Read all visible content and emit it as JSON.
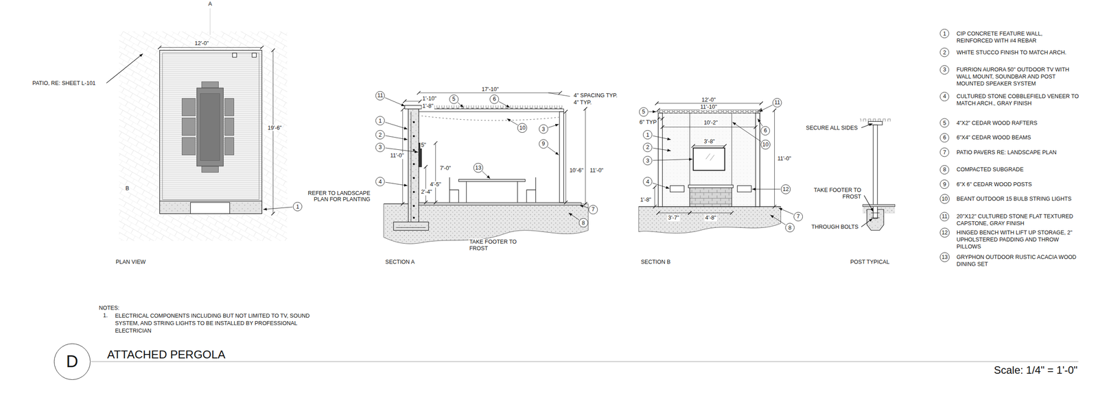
{
  "diagram": {
    "title": "ATTACHED PERGOLA",
    "nodes": [
      {
        "text": [
          "1"
        ]
      },
      {
        "text": [
          "11"
        ]
      },
      {
        "text": [
          "5"
        ]
      },
      {
        "text": [
          "6"
        ]
      },
      {
        "text": [
          "1"
        ]
      },
      {
        "text": [
          "2"
        ]
      },
      {
        "text": [
          "3"
        ]
      },
      {
        "text": [
          "3"
        ]
      },
      {
        "text": [
          "10"
        ]
      },
      {
        "text": [
          "9"
        ]
      },
      {
        "text": [
          "13"
        ]
      },
      {
        "text": [
          "4"
        ]
      },
      {
        "text": [
          "7"
        ]
      },
      {
        "text": [
          "8"
        ]
      },
      {
        "text": [
          "5"
        ]
      },
      {
        "text": [
          "11"
        ]
      },
      {
        "text": [
          "1"
        ]
      },
      {
        "text": [
          "6"
        ]
      },
      {
        "text": [
          "10"
        ]
      },
      {
        "text": [
          "2"
        ]
      },
      {
        "text": [
          "3"
        ]
      },
      {
        "text": [
          "4"
        ]
      },
      {
        "text": [
          "12"
        ]
      },
      {
        "text": [
          "7"
        ]
      },
      {
        "text": [
          "8"
        ]
      },
      {
        "text": [
          "1",
          "CIP CONCRETE FEATURE WALL, REINFORCED WITH #4 REBAR"
        ]
      },
      {
        "text": [
          "2",
          "WHITE STUCCO FINISH TO MATCH ARCH."
        ]
      },
      {
        "text": [
          "3",
          "FURRION AURORA 50\" OUTDOOR TV WITH WALL MOUNT, SOUNDBAR AND POST MOUNTED SPEAKER SYSTEM"
        ]
      },
      {
        "text": [
          "4",
          "CULTURED STONE COBBLEFIELD VENEER TO MATCH ARCH., GRAY FINISH"
        ]
      },
      {
        "text": [
          "5",
          "4\"X2\" CEDAR WOOD RAFTERS"
        ]
      },
      {
        "text": [
          "6",
          "6\"X4\" CEDAR WOOD BEAMS"
        ]
      },
      {
        "text": [
          "7",
          "PATIO PAVERS RE: LANDSCAPE PLAN"
        ]
      },
      {
        "text": [
          "8",
          "COMPACTED SUBGRADE"
        ]
      },
      {
        "text": [
          "9",
          "6\"X 6\" CEDAR WOOD POSTS"
        ]
      },
      {
        "text": [
          "10",
          "BEANT OUTDOOR 15 BULB STRING LIGHTS"
        ]
      },
      {
        "text": [
          "11",
          "20\"X12\" CULTURED STONE FLAT TEXTURED CAPSTONE, GRAY FINISH"
        ]
      },
      {
        "text": [
          "12",
          "HINGED BENCH WITH LIFT UP STORAGE, 2\" UPHOLSTERED PADDING AND THROW PILLOWS"
        ]
      },
      {
        "text": [
          "13",
          "GRYPHON OUTDOOR RUSTIC ACACIA WOOD DINING SET"
        ]
      },
      {
        "text": [
          "D"
        ]
      }
    ],
    "labels": [
      "A",
      "12'-0\"",
      "19'-6\"",
      "PATIO, RE: SHEET L-101",
      "B",
      "PLAN VIEW",
      "17'-10\"",
      "1'-10\"",
      "1'-8\"",
      "4\" SPACING TYP.",
      "4\" TYP.",
      "5\"",
      "11'-0\"",
      "7'-0\"",
      "4'-5\"",
      "2'-4\"",
      "10'-6\"",
      "11'-0\"",
      "REFER TO LANDSCAPE PLAN FOR PLANTING",
      "TAKE FOOTER TO FROST",
      "SECTION A",
      "12'-0\"",
      "11'-10\"",
      "6\" TYP",
      "10'-2\"",
      "3'-8\"",
      "11'-0\"",
      "1'-8\"",
      "3'-7\"",
      "4'-8\"",
      "SECTION B",
      "SECURE ALL SIDES",
      "TAKE FOOTER TO FROST",
      "THROUGH BOLTS",
      "POST TYPICAL",
      "NOTES:",
      "1.",
      "ELECTRICAL COMPONENTS INCLUDING BUT NOT LIMITED TO TV, SOUND SYSTEM, AND STRING LIGHTS TO BE INSTALLED BY PROFESSIONAL ELECTRICIAN",
      "Scale: 1/4\" = 1'-0\""
    ]
  }
}
